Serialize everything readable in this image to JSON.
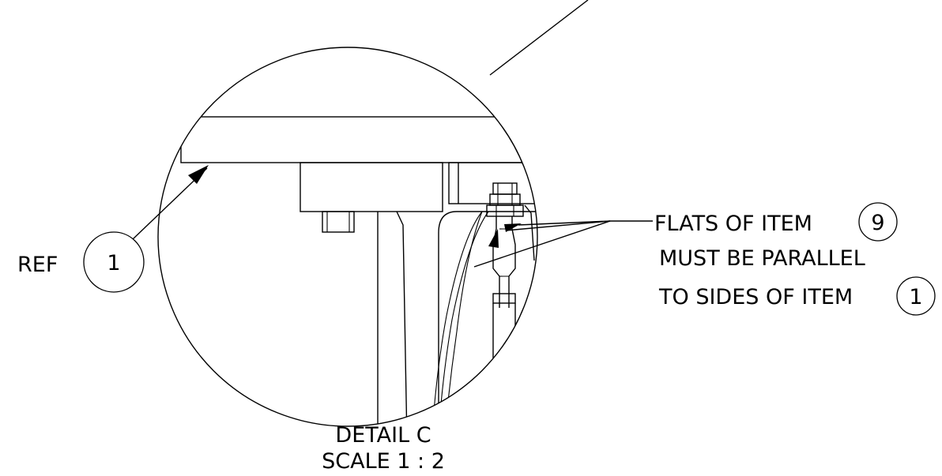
{
  "detail": {
    "title": "DETAIL C",
    "scale": "SCALE 1 : 2"
  },
  "callouts": {
    "ref_label": "REF",
    "ref_balloon": "1",
    "note_line1_text": "FLATS OF ITEM",
    "note_line1_balloon": "9",
    "note_line2_text": "MUST BE PARALLEL",
    "note_line3_text": "TO SIDES OF ITEM",
    "note_line3_balloon": "1"
  },
  "colors": {
    "line": "#000000",
    "background": "#ffffff"
  }
}
